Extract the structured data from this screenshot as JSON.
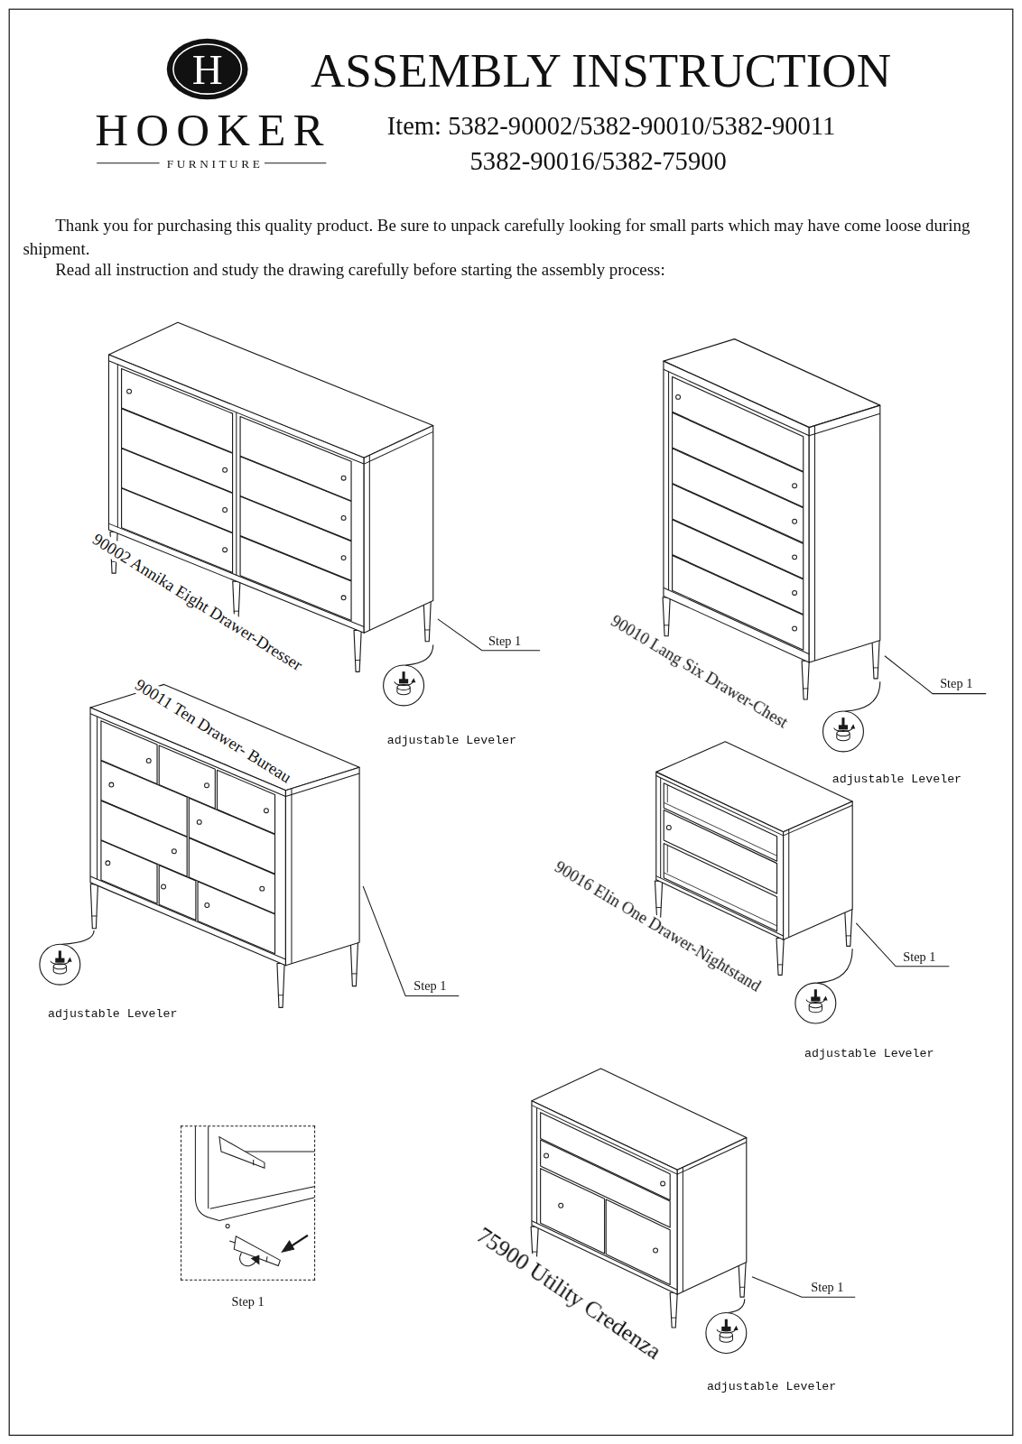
{
  "diagram": {
    "title": "ASSEMBLY INSTRUCTION",
    "nodes": [
      {
        "text": [
          "Step 1"
        ]
      }
    ],
    "labels": [
      "H",
      "HOOKER",
      "FURNITURE",
      "Item: 5382-90002/5382-90010/5382-90011",
      "5382-90016/5382-75900",
      "Thank you for purchasing this quality product. Be sure to unpack carefully looking for small parts which may have come loose during shipment.",
      "Read all instruction and study the drawing carefully before starting the assembly process:",
      "90002 Annika Eight Drawer-Dresser",
      "Step 1",
      "adjustable Leveler",
      "90010 Lang Six Drawer-Chest",
      "Step 1",
      "adjustable Leveler",
      "90011 Ten Drawer- Bureau",
      "adjustable Leveler",
      "Step 1",
      "90016 Elin One Drawer-Nightstand",
      "Step 1",
      "adjustable Leveler",
      "75900 Utility Credenza",
      "Step 1",
      "adjustable Leveler"
    ]
  }
}
